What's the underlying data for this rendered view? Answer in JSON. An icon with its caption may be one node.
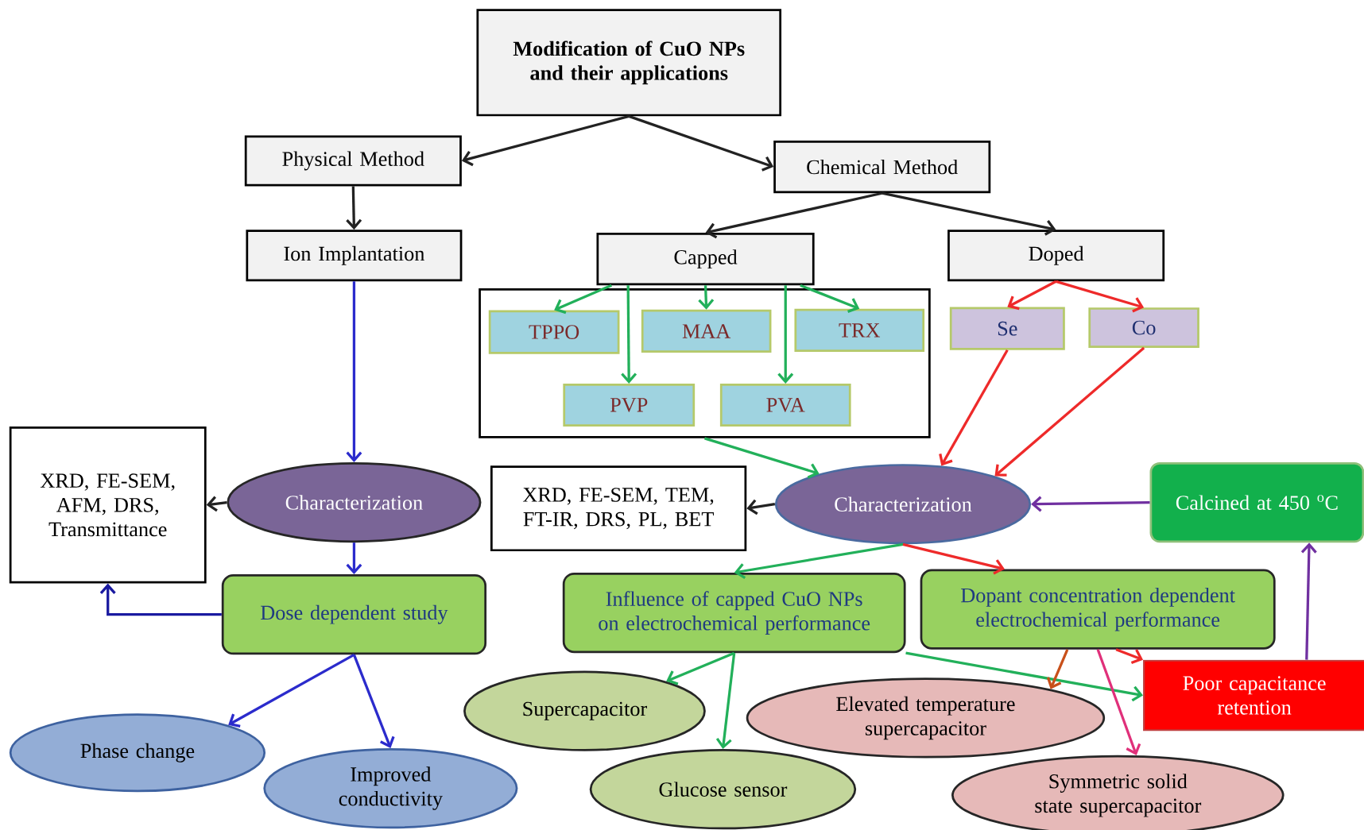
{
  "diagram": {
    "nodes": [
      {
        "text": [
          "Modification of CuO NPs and their applications"
        ]
      },
      {
        "text": [
          "Physical Method"
        ]
      },
      {
        "text": [
          "Chemical Method"
        ]
      },
      {
        "text": [
          "Ion Implantation"
        ]
      },
      {
        "text": [
          "Capped"
        ]
      },
      {
        "text": [
          "Doped"
        ]
      },
      {
        "text": [],
        "shape": "box"
      },
      {
        "text": [
          "TPPO"
        ],
        "in": 6
      },
      {
        "text": [
          "MAA"
        ],
        "in": 6
      },
      {
        "text": [
          "TRX"
        ],
        "in": 6
      },
      {
        "text": [
          "PVP"
        ],
        "in": 6
      },
      {
        "text": [
          "PVA"
        ],
        "in": 6
      },
      {
        "text": [
          "Se"
        ]
      },
      {
        "text": [
          "Co"
        ]
      },
      {
        "text": [
          "XRD, FE-SEM, AFM, DRS, Transmittance"
        ]
      },
      {
        "text": [
          "Characterization"
        ]
      },
      {
        "text": [
          "XRD, FE-SEM, TEM, FT-IR, DRS, PL, BET"
        ]
      },
      {
        "text": [
          "Characterization"
        ]
      },
      {
        "text": [
          "Calcined at 450 $^{o}$C"
        ]
      },
      {
        "text": [
          "Dose dependent study"
        ]
      },
      {
        "text": [
          "Influence of capped CuO NPs on electrochemical performance"
        ]
      },
      {
        "text": [
          "Dopant concentration dependent electrochemical performance"
        ]
      },
      {
        "text": [
          "Poor capacitance retention"
        ]
      },
      {
        "text": [
          "Phase change"
        ]
      },
      {
        "text": [
          "Improved conductivity"
        ]
      },
      {
        "text": [
          "Supercapacitor"
        ]
      },
      {
        "text": [
          "Glucose sensor"
        ]
      },
      {
        "text": [
          "Elevated temperature supercapacitor"
        ]
      },
      {
        "text": [
          "Symmetric solid state supercapacitor"
        ]
      }
    ],
    "edges": [
      {
        "from": 0,
        "to": 1,
        "arrow": "to",
        "color": "#222222"
      },
      {
        "from": 0,
        "to": 2,
        "arrow": "to",
        "color": "#222222"
      },
      {
        "from": 1,
        "to": 3,
        "arrow": "to",
        "color": "#222222"
      },
      {
        "from": 2,
        "to": 4,
        "arrow": "to",
        "color": "#222222"
      },
      {
        "from": 2,
        "to": 5,
        "arrow": "to",
        "color": "#222222"
      },
      {
        "from": 4,
        "to": 7,
        "arrow": "to"
      },
      {
        "from": 4,
        "to": 8,
        "arrow": "to"
      },
      {
        "from": 4,
        "to": 9,
        "arrow": "to"
      },
      {
        "from": 4,
        "to": 10,
        "arrow": "to"
      },
      {
        "from": 4,
        "to": 11,
        "arrow": "to"
      },
      {
        "from": 5,
        "to": 12,
        "arrow": "to",
        "color": "#ee2a2a"
      },
      {
        "from": 5,
        "to": 13,
        "arrow": "to",
        "color": "#ee2a2a"
      },
      {
        "from": 3,
        "to": 15,
        "arrow": "to",
        "color": "#2b2bcc"
      },
      {
        "from": 6,
        "to": 17,
        "arrow": "to"
      },
      {
        "from": 12,
        "to": 17,
        "arrow": "to",
        "color": "#ee2a2a"
      },
      {
        "from": 13,
        "to": 17,
        "arrow": "to",
        "color": "#ee2a2a"
      },
      {
        "from": 15,
        "to": 14,
        "arrow": "to",
        "color": "#222222"
      },
      {
        "from": 17,
        "to": 16,
        "arrow": "to",
        "color": "#222222"
      },
      {
        "from": 18,
        "to": 17,
        "arrow": "to",
        "color": "#7030a0"
      },
      {
        "from": 15,
        "to": 19,
        "arrow": "to",
        "color": "#2b2bcc"
      },
      {
        "from": 19,
        "to": 14,
        "arrow": "to",
        "color": "#1a1aa0"
      },
      {
        "from": 19,
        "to": 23,
        "arrow": "to",
        "color": "#2b2bcc"
      },
      {
        "from": 19,
        "to": 24,
        "arrow": "to",
        "color": "#2b2bcc"
      },
      {
        "from": 17,
        "to": 20,
        "arrow": "to"
      },
      {
        "from": 17,
        "to": 21,
        "arrow": "to",
        "color": "#ee2a2a"
      },
      {
        "from": 20,
        "to": 25,
        "arrow": "to"
      },
      {
        "from": 20,
        "to": 26,
        "arrow": "to"
      },
      {
        "from": 20,
        "to": 22,
        "arrow": "to"
      },
      {
        "from": 21,
        "to": 22,
        "arrow": "to",
        "color": "#ee2a2a"
      },
      {
        "from": 21,
        "to": 27,
        "arrow": "to",
        "color": "#c8501a"
      },
      {
        "from": 21,
        "to": 28,
        "arrow": "to",
        "color": "#e0307a"
      },
      {
        "from": 22,
        "to": 18,
        "arrow": "to",
        "color": "#7030a0"
      }
    ]
  }
}
